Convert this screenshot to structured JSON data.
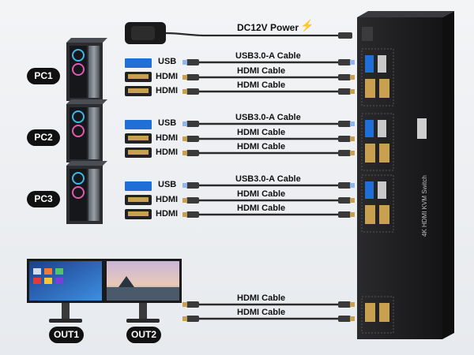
{
  "power": {
    "label": "DC12V Power",
    "bolt_icon": "lightning-bolt-icon"
  },
  "pcs": [
    {
      "name": "PC1",
      "ports": [
        "USB",
        "HDMI",
        "HDMI"
      ],
      "cables": [
        "USB3.0-A Cable",
        "HDMI Cable",
        "HDMI Cable"
      ]
    },
    {
      "name": "PC2",
      "ports": [
        "USB",
        "HDMI",
        "HDMI"
      ],
      "cables": [
        "USB3.0-A Cable",
        "HDMI Cable",
        "HDMI Cable"
      ]
    },
    {
      "name": "PC3",
      "ports": [
        "USB",
        "HDMI",
        "HDMI"
      ],
      "cables": [
        "USB3.0-A Cable",
        "HDMI Cable",
        "HDMI Cable"
      ]
    }
  ],
  "outputs": {
    "labels": [
      "OUT1",
      "OUT2"
    ],
    "cables": [
      "HDMI Cable",
      "HDMI Cable"
    ]
  },
  "device": {
    "body_text": "4K HDMI KVM Switch"
  },
  "colors": {
    "cable": "#2b2b2b",
    "device": "#1d1d1f",
    "usb_blue": "#1f6fd6",
    "pill": "#111111"
  }
}
